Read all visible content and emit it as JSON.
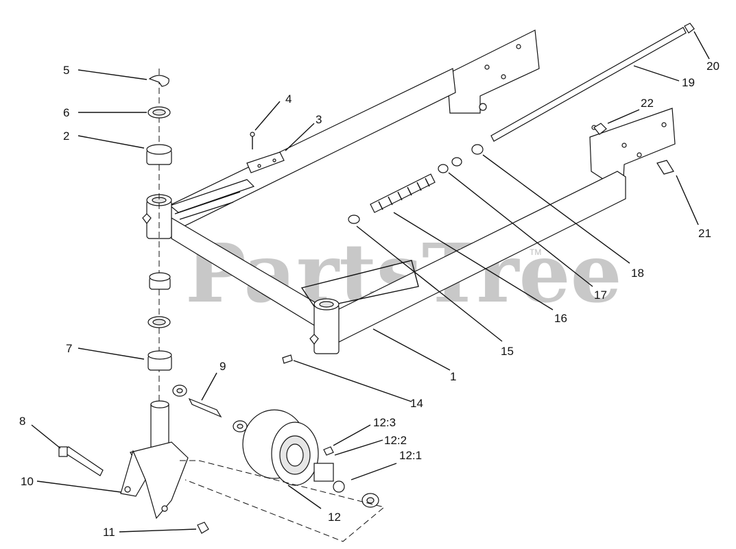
{
  "watermark": {
    "text": "PartsTree",
    "tm": "TM"
  },
  "callouts": [
    "1",
    "2",
    "3",
    "4",
    "5",
    "6",
    "7",
    "8",
    "9",
    "10",
    "11",
    "12",
    "12:1",
    "12:2",
    "12:3",
    "14",
    "15",
    "16",
    "17",
    "18",
    "19",
    "20",
    "21",
    "22"
  ]
}
